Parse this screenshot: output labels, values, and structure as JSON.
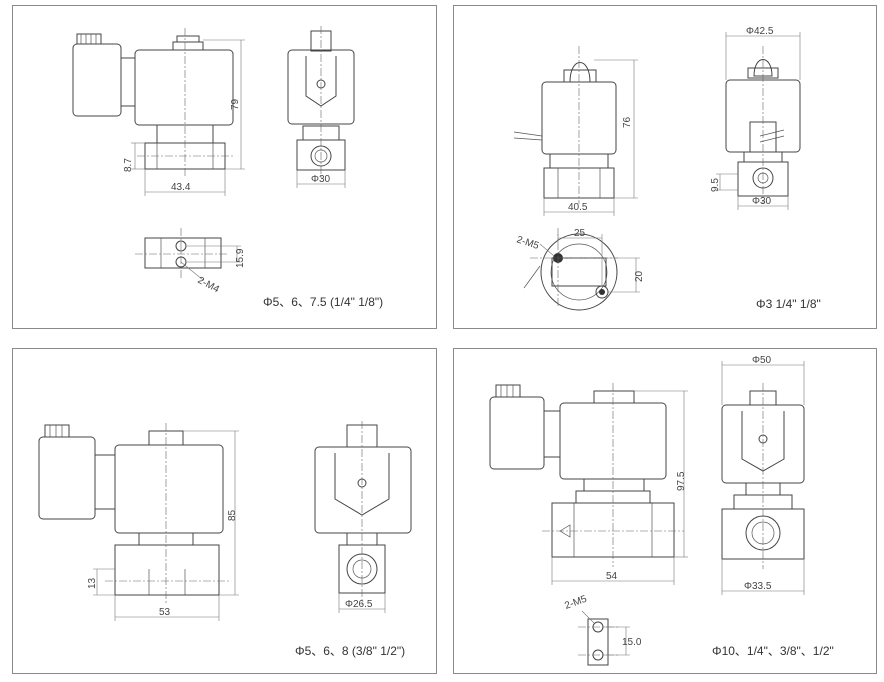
{
  "panels": [
    {
      "caption": "Φ5、6、7.5 (1/4\" 1/8\")",
      "dims": {
        "height": "79",
        "base_height": "8.7",
        "width": "43.4",
        "port_dia": "Φ30",
        "mount_spacing": "15.9",
        "mount_thread": "2-M4"
      }
    },
    {
      "caption": "Φ3 1/4\" 1/8\"",
      "dims": {
        "head_dia": "Φ42.5",
        "height": "76",
        "base_height": "9.5",
        "width": "40.5",
        "port_dia": "Φ30",
        "top_offset": "25",
        "side_offset": "20",
        "mount_thread": "2-M5"
      }
    },
    {
      "caption": "Φ5、6、8 (3/8\" 1/2\")",
      "dims": {
        "height": "85",
        "base_height": "13",
        "width": "53",
        "port_dia": "Φ26.5"
      }
    },
    {
      "caption": "Φ10、1/4\"、3/8\"、1/2\"",
      "dims": {
        "head_dia": "Φ50",
        "height": "97.5",
        "width": "54",
        "port_dia": "Φ33.5",
        "mount_thread": "2-M5",
        "mount_spacing": "15.0"
      }
    }
  ]
}
